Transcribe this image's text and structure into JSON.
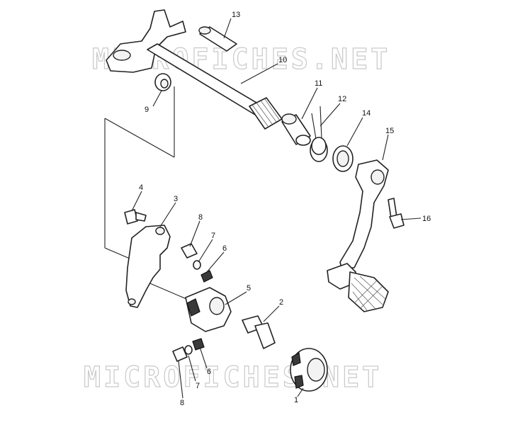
{
  "watermark_text": "MICROFICHES.NET",
  "callouts": [
    {
      "id": "c1",
      "label": "1"
    },
    {
      "id": "c2",
      "label": "2"
    },
    {
      "id": "c3",
      "label": "3"
    },
    {
      "id": "c4",
      "label": "4"
    },
    {
      "id": "c5",
      "label": "5"
    },
    {
      "id": "c6a",
      "label": "6"
    },
    {
      "id": "c6b",
      "label": "6"
    },
    {
      "id": "c7a",
      "label": "7"
    },
    {
      "id": "c7b",
      "label": "7"
    },
    {
      "id": "c8a",
      "label": "8"
    },
    {
      "id": "c8b",
      "label": "8"
    },
    {
      "id": "c9",
      "label": "9"
    },
    {
      "id": "c10",
      "label": "10"
    },
    {
      "id": "c11",
      "label": "11"
    },
    {
      "id": "c12",
      "label": "12"
    },
    {
      "id": "c13",
      "label": "13"
    },
    {
      "id": "c14",
      "label": "14"
    },
    {
      "id": "c15",
      "label": "15"
    },
    {
      "id": "c16",
      "label": "16"
    }
  ],
  "colors": {
    "line": "#222222",
    "watermark": "#c9c9c9",
    "background": "#ffffff"
  }
}
